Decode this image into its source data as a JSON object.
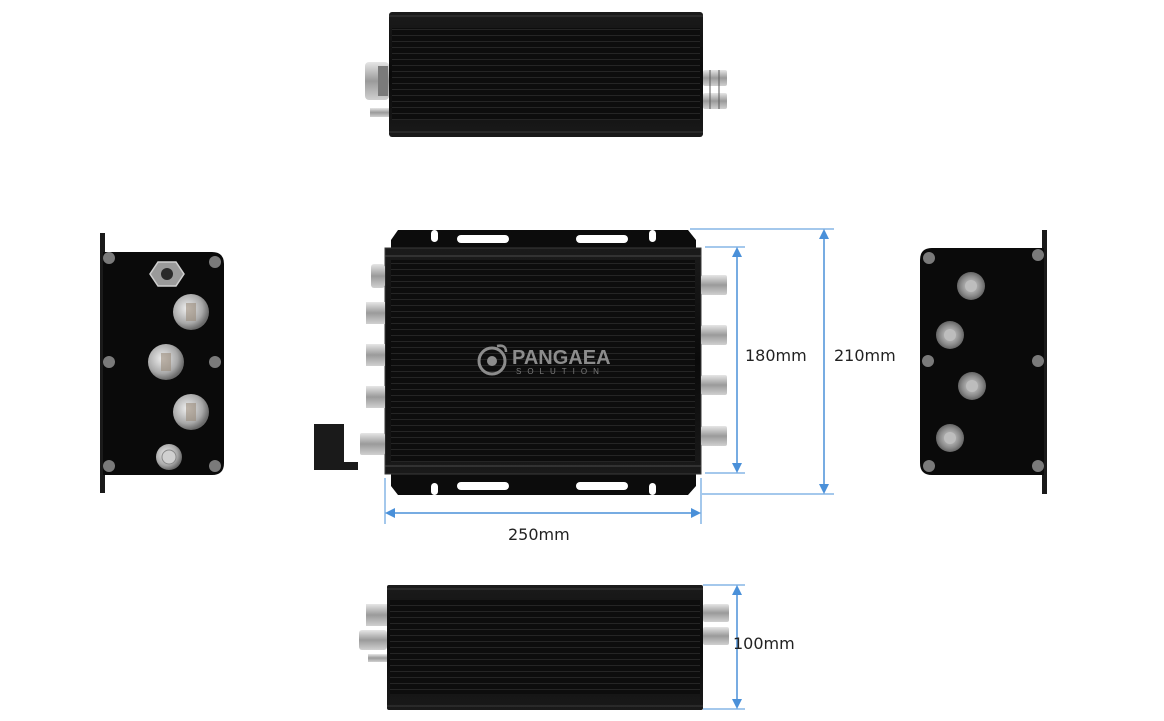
{
  "brand": {
    "name": "PANGAEA",
    "subtitle": "SOLUTION"
  },
  "dimensions": {
    "height_inner": "180mm",
    "height_outer": "210mm",
    "width": "250mm",
    "depth": "100mm"
  },
  "colors": {
    "dimension_line": "#4a90d9",
    "enclosure_body": "#0c0c0c",
    "connector_metal": "#b8b8b8",
    "logo_gray": "#8c8c8c"
  },
  "views": [
    "top-view",
    "left-side-view",
    "front-view",
    "right-side-view",
    "bottom-view"
  ]
}
